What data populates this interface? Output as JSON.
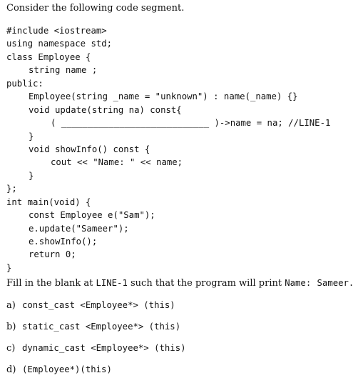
{
  "intro": "Consider the following code segment.",
  "code_lines": [
    "#include <iostream>",
    "using namespace std;",
    "class Employee {",
    "string name ;",
    "public:",
    "Employee(string _name = \"unknown\") : name(_name) {}",
    "void update(string na) const{",
    "( ____________________________ )->name = na; //LINE-1",
    "}",
    "void showInfo() const {",
    "cout << \"Name: \" << name;",
    "}",
    "};",
    "int main(void) {",
    "const Employee e(\"Sam\");",
    "e.update(\"Sameer\");",
    "e.showInfo();",
    "return 0;",
    "}"
  ],
  "question": {
    "text_before_line": "Fill in the blank at ",
    "line_label": "LINE-1",
    "text_middle": " such that the program will print ",
    "output_label": "Name:",
    "output_value": "Sameer."
  },
  "options": [
    {
      "letter": "a)",
      "code": "const_cast <Employee*> (this)"
    },
    {
      "letter": "b)",
      "code": "static_cast <Employee*> (this)"
    },
    {
      "letter": "c)",
      "code": "dynamic_cast <Employee*> (this)"
    },
    {
      "letter": "d)",
      "code": "(Employee*)(this)"
    }
  ]
}
